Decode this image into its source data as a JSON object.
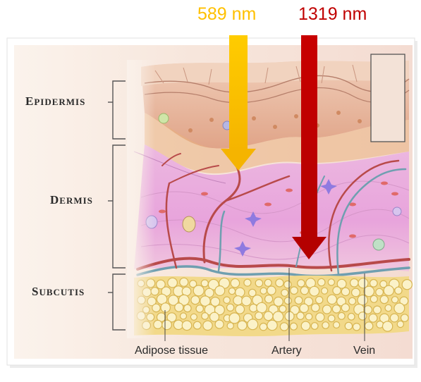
{
  "wavelengths": [
    {
      "label": "589 nm",
      "color": "#ffc000"
    },
    {
      "label": "1319 nm",
      "color": "#c00000"
    }
  ],
  "layers": {
    "epidermis": {
      "first": "E",
      "rest": "PIDERMIS"
    },
    "dermis": {
      "first": "D",
      "rest": "ERMIS"
    },
    "subcutis": {
      "first": "S",
      "rest": "UBCUTIS"
    }
  },
  "structures": {
    "adipose": "Adipose tissue",
    "artery": "Artery",
    "vein": "Vein"
  },
  "colors": {
    "epidermis": "#e8b49a",
    "dermis": "#e6a2d8",
    "subcutis": "#f1d27a",
    "artery": "#b84a4a",
    "vein": "#6f9fb0"
  }
}
